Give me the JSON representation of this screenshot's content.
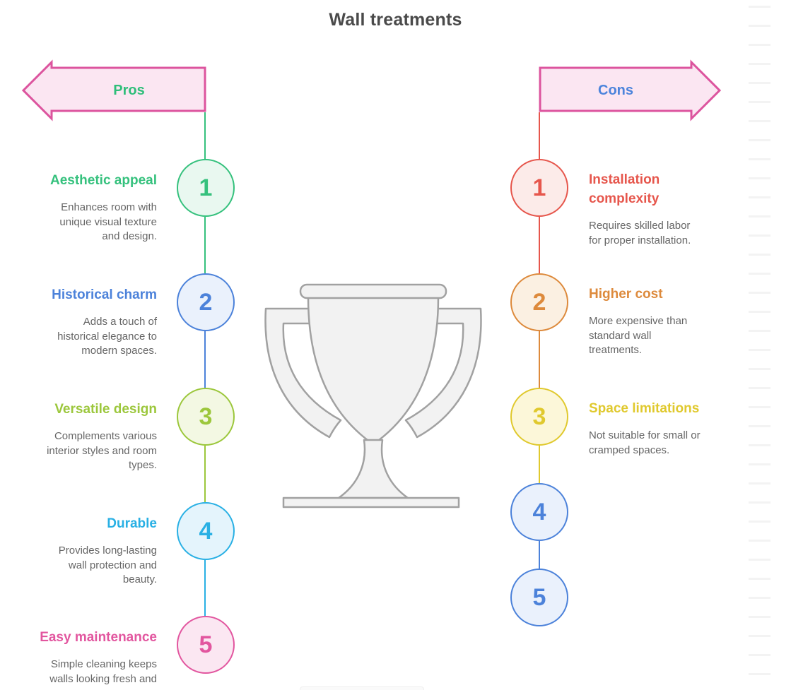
{
  "header": {
    "title": "Wall treatments",
    "color": "#4a4a4a"
  },
  "palette": {
    "body_text": "#666666"
  },
  "arrows": {
    "pros_label": "Pros",
    "cons_label": "Cons",
    "stroke": "#dc549e",
    "fill": "#fbe6f2",
    "pros_label_color": "#2fbe7a",
    "cons_label_color": "#4c84dc"
  },
  "trophy": {
    "name": "trophy-icon",
    "stroke": "#a1a1a1",
    "fill": "#f2f2f2"
  },
  "pros": {
    "label": "Pros",
    "items": [
      {
        "number": "1",
        "title": "Aesthetic appeal",
        "description": "Enhances room with\nunique visual texture\nand design.",
        "accent": "#35c17d",
        "fill": "#e9f8f0"
      },
      {
        "number": "2",
        "title": "Historical charm",
        "description": "Adds a touch of\nhistorical elegance to\nmodern spaces.",
        "accent": "#4c82da",
        "fill": "#eaf1fc"
      },
      {
        "number": "3",
        "title": "Versatile design",
        "description": "Complements various\ninterior styles and room\ntypes.",
        "accent": "#9cc73c",
        "fill": "#f3f8e3"
      },
      {
        "number": "4",
        "title": "Durable",
        "description": "Provides long-lasting\nwall protection and\nbeauty.",
        "accent": "#29b0e4",
        "fill": "#e4f4fc"
      },
      {
        "number": "5",
        "title": "Easy maintenance",
        "description": "Simple cleaning keeps\nwalls looking fresh and",
        "accent": "#e2569f",
        "fill": "#fbe7f2"
      }
    ]
  },
  "cons": {
    "label": "Cons",
    "items": [
      {
        "number": "1",
        "title": "Installation\ncomplexity",
        "description": "Requires skilled labor\nfor proper installation.",
        "accent": "#e6564c",
        "fill": "#fcebe9"
      },
      {
        "number": "2",
        "title": "Higher cost",
        "description": "More expensive than\nstandard wall\ntreatments.",
        "accent": "#dd8a3c",
        "fill": "#fbf0e2"
      },
      {
        "number": "3",
        "title": "Space limitations",
        "description": "Not suitable for small or\ncramped spaces.",
        "accent": "#e0c92e",
        "fill": "#fcf7d9"
      },
      {
        "number": "4",
        "title": "",
        "description": "",
        "accent": "#4c82da",
        "fill": "#eaf1fc"
      },
      {
        "number": "5",
        "title": "",
        "description": "",
        "accent": "#4c82da",
        "fill": "#eaf1fc"
      }
    ]
  }
}
